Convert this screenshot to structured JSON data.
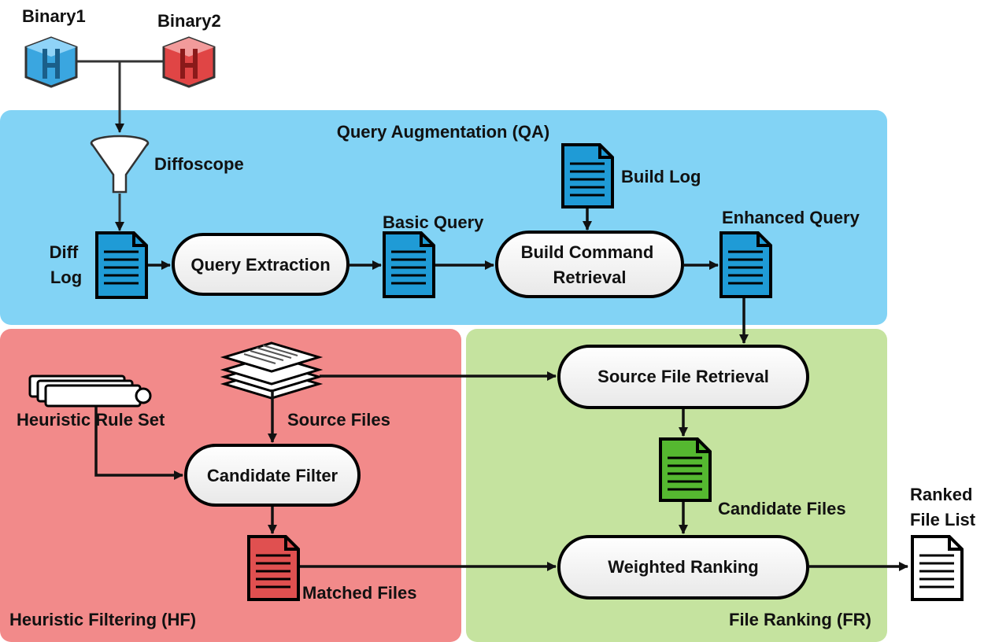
{
  "inputs": {
    "binary1": "Binary1",
    "binary2": "Binary2",
    "diffoscope": "Diffoscope"
  },
  "regions": {
    "qa": {
      "title": "Query Augmentation (QA)",
      "color": "#82d3f5"
    },
    "hf": {
      "title": "Heuristic Filtering (HF)",
      "color": "#f28a8a"
    },
    "fr": {
      "title": "File Ranking (FR)",
      "color": "#c5e39f"
    }
  },
  "qa": {
    "diff_log_line1": "Diff",
    "diff_log_line2": "Log",
    "query_extraction": "Query Extraction",
    "basic_query": "Basic Query",
    "build_log": "Build Log",
    "build_command_line1": "Build Command",
    "build_command_line2": "Retrieval",
    "enhanced_query": "Enhanced Query"
  },
  "hf": {
    "heuristic_rule_set": "Heuristic Rule Set",
    "source_files": "Source Files",
    "candidate_filter": "Candidate Filter",
    "matched_files": "Matched Files"
  },
  "fr": {
    "source_file_retrieval": "Source File Retrieval",
    "candidate_files": "Candidate Files",
    "weighted_ranking": "Weighted Ranking"
  },
  "output": {
    "ranked_line1": "Ranked",
    "ranked_line2": "File List"
  },
  "colors": {
    "doc_blue": "#1f9bd6",
    "doc_green": "#55b830",
    "doc_red": "#e05050",
    "doc_white": "#ffffff",
    "binary1_color": "#3aa6e0",
    "binary2_color": "#e04545",
    "arrow": "#111111"
  }
}
